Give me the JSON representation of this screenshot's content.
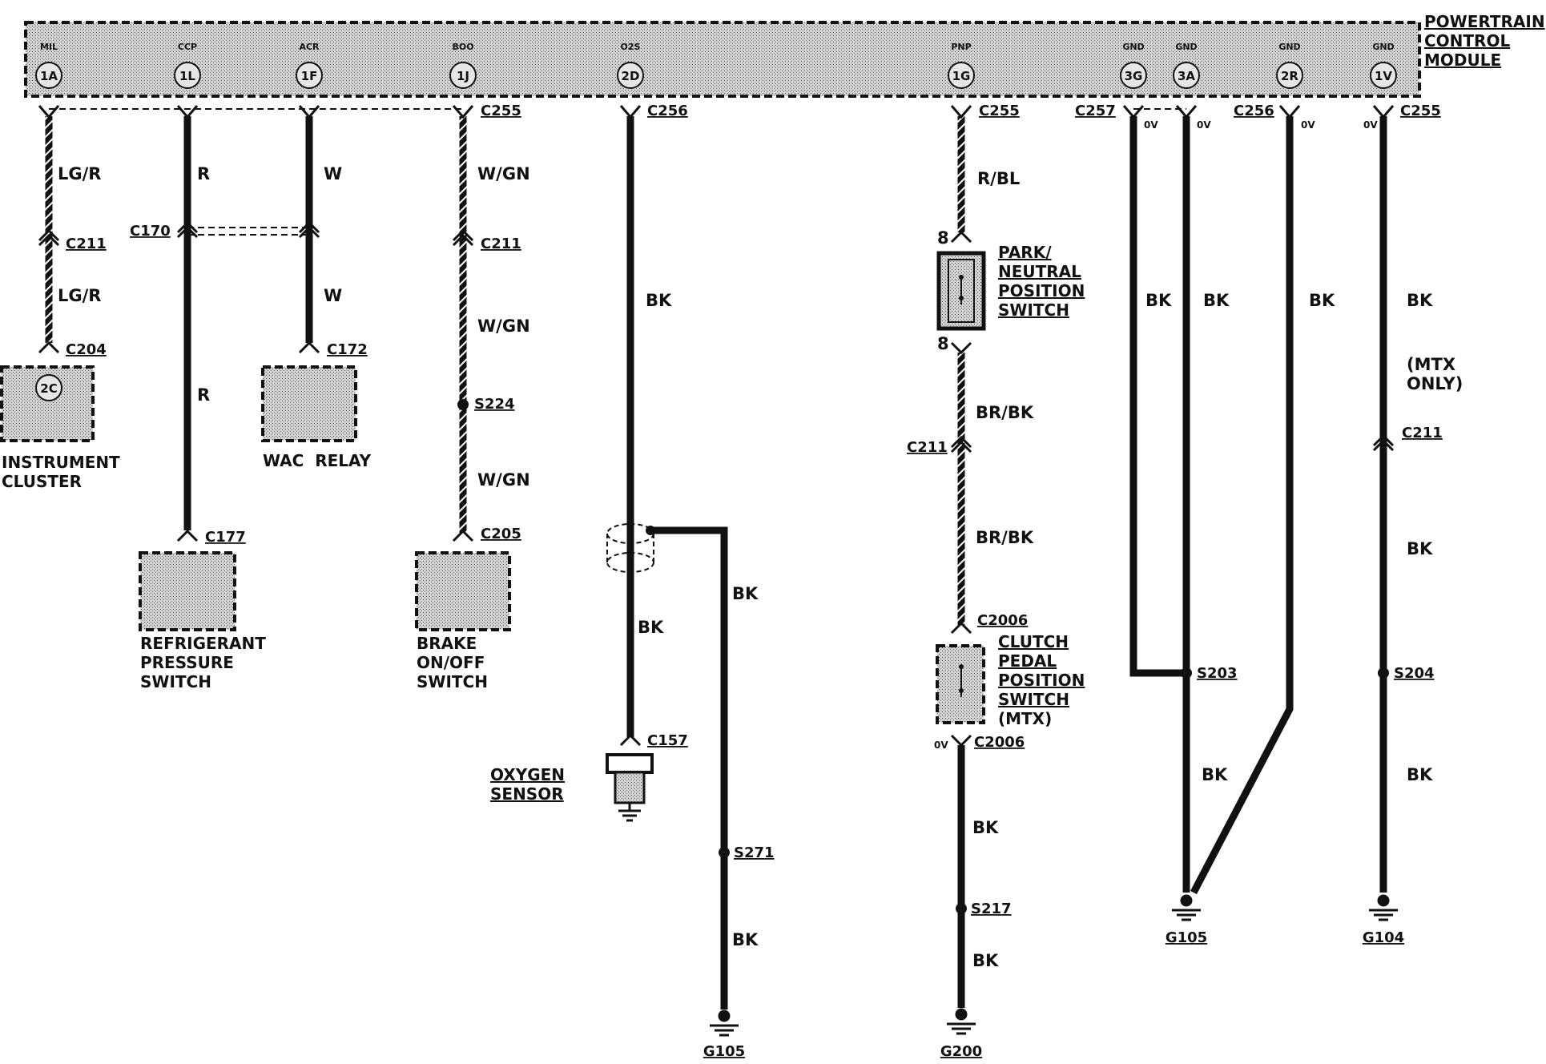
{
  "module": {
    "name_lines": [
      "POWERTRAIN",
      "CONTROL",
      "MODULE"
    ],
    "pins": [
      {
        "func": "MIL",
        "id": "1A"
      },
      {
        "func": "CCP",
        "id": "1L"
      },
      {
        "func": "ACR",
        "id": "1F"
      },
      {
        "func": "BOO",
        "id": "1J"
      },
      {
        "func": "O2S",
        "id": "2D"
      },
      {
        "func": "PNP",
        "id": "1G"
      },
      {
        "func": "GND",
        "id": "3G"
      },
      {
        "func": "GND",
        "id": "3A"
      },
      {
        "func": "GND",
        "id": "2R"
      },
      {
        "func": "GND",
        "id": "1V"
      }
    ]
  },
  "connectors": {
    "c255_a": "C255",
    "c256_a": "C256",
    "c255_b": "C255",
    "c257": "C257",
    "c256_b": "C256",
    "c255_c": "C255",
    "c211_a": "C211",
    "c170": "C170",
    "c211_b": "C211",
    "c204": "C204",
    "c172": "C172",
    "c177": "C177",
    "c205": "C205",
    "c157": "C157",
    "c211_c": "C211",
    "c2006_a": "C2006",
    "c2006_b": "C2006",
    "c211_d": "C211",
    "pin8_top": "8",
    "pin8_bot": "8"
  },
  "splices": {
    "s224": "S224",
    "s271": "S271",
    "s217": "S217",
    "s203": "S203",
    "s204": "S204"
  },
  "grounds": {
    "g105_a": "G105",
    "g200": "G200",
    "g105_b": "G105",
    "g104": "G104"
  },
  "wire_colors": {
    "w1a": "LG/R",
    "w1b": "LG/R",
    "w2a": "R",
    "w2b": "R",
    "w3a": "W",
    "w3b": "W",
    "w4a": "W/GN",
    "w4b": "W/GN",
    "w4c": "W/GN",
    "w5a": "BK",
    "w5b": "BK",
    "w5c": "BK",
    "w5d": "BK",
    "w6a": "R/BL",
    "w6b": "BR/BK",
    "w6c": "BR/BK",
    "w6d": "BK",
    "w6e": "BK",
    "w7a": "BK",
    "w8a": "BK",
    "w8b": "BK",
    "w9a": "BK",
    "w10a": "BK",
    "w10b": "BK",
    "w10c": "BK",
    "mtx_only_1": "(MTX",
    "mtx_only_2": "ONLY)"
  },
  "voltages": {
    "v3g": "0V",
    "v3a": "0V",
    "v2r": "0V",
    "v1v": "0V",
    "v_c2006": "0V"
  },
  "components": {
    "instrument_cluster": {
      "pin": "2C",
      "lines": [
        "INSTRUMENT",
        "CLUSTER"
      ]
    },
    "refrigerant_switch": {
      "lines": [
        "REFRIGERANT",
        "PRESSURE",
        "SWITCH"
      ]
    },
    "wac_relay": {
      "lines": [
        "WAC  RELAY"
      ]
    },
    "brake_switch": {
      "lines": [
        "BRAKE",
        "ON/OFF",
        "SWITCH"
      ]
    },
    "oxygen_sensor": {
      "lines": [
        "OXYGEN",
        "SENSOR"
      ]
    },
    "park_neutral_switch": {
      "lines": [
        "PARK/",
        "NEUTRAL",
        "POSITION",
        "SWITCH"
      ]
    },
    "clutch_switch": {
      "lines": [
        "CLUTCH",
        "PEDAL",
        "POSITION",
        "SWITCH",
        "(MTX)"
      ]
    }
  }
}
